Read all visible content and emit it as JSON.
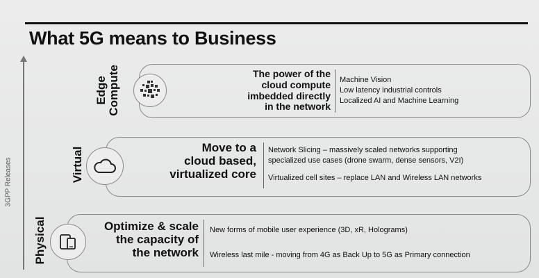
{
  "slide": {
    "title": "What 5G means to Business",
    "axis_label": "3GPP Releases"
  },
  "layers": [
    {
      "side_label": [
        "Edge",
        "Compute"
      ],
      "icon": "edge-compute-network-icon",
      "headline": [
        "The power of the",
        "cloud compute",
        "imbedded directly",
        "in the network"
      ],
      "details": [
        "Machine Vision",
        "Low latency industrial controls",
        "Localized AI and Machine Learning"
      ]
    },
    {
      "side_label": [
        "Virtual"
      ],
      "icon": "cloud-icon",
      "headline": [
        "Move to a",
        "cloud based,",
        "virtualized core"
      ],
      "details": [
        "Network Slicing – massively scaled networks supporting",
        "specialized use cases (drone swarm, dense sensors, V2I)",
        "Virtualized cell sites – replace LAN and Wireless LAN networks"
      ]
    },
    {
      "side_label": [
        "Physical"
      ],
      "icon": "devices-icon",
      "headline": [
        "Optimize & scale",
        "the capacity of",
        "the network"
      ],
      "details": [
        "New forms of mobile user experience (3D, xR, Holograms)",
        "Wireless last mile - moving from 4G as Back Up to 5G as Primary connection"
      ]
    }
  ],
  "colors": {
    "line": "#8a8a8a",
    "text": "#111111",
    "background": "#e9eaea"
  }
}
